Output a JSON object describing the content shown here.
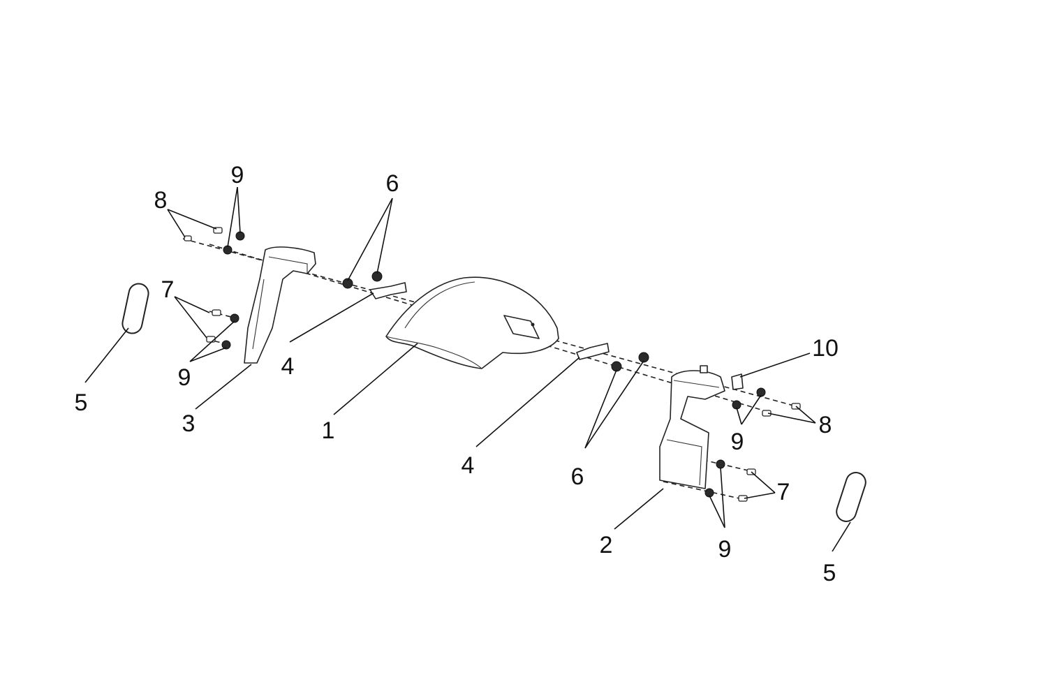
{
  "callouts": {
    "c1": "1",
    "c2": "2",
    "c3": "3",
    "c4a": "4",
    "c4b": "4",
    "c5a": "5",
    "c5b": "5",
    "c6a": "6",
    "c6b": "6",
    "c7a": "7",
    "c7b": "7",
    "c8a": "8",
    "c8b": "8",
    "c9a": "9",
    "c9b": "9",
    "c9c": "9",
    "c9d": "9",
    "c10": "10"
  }
}
